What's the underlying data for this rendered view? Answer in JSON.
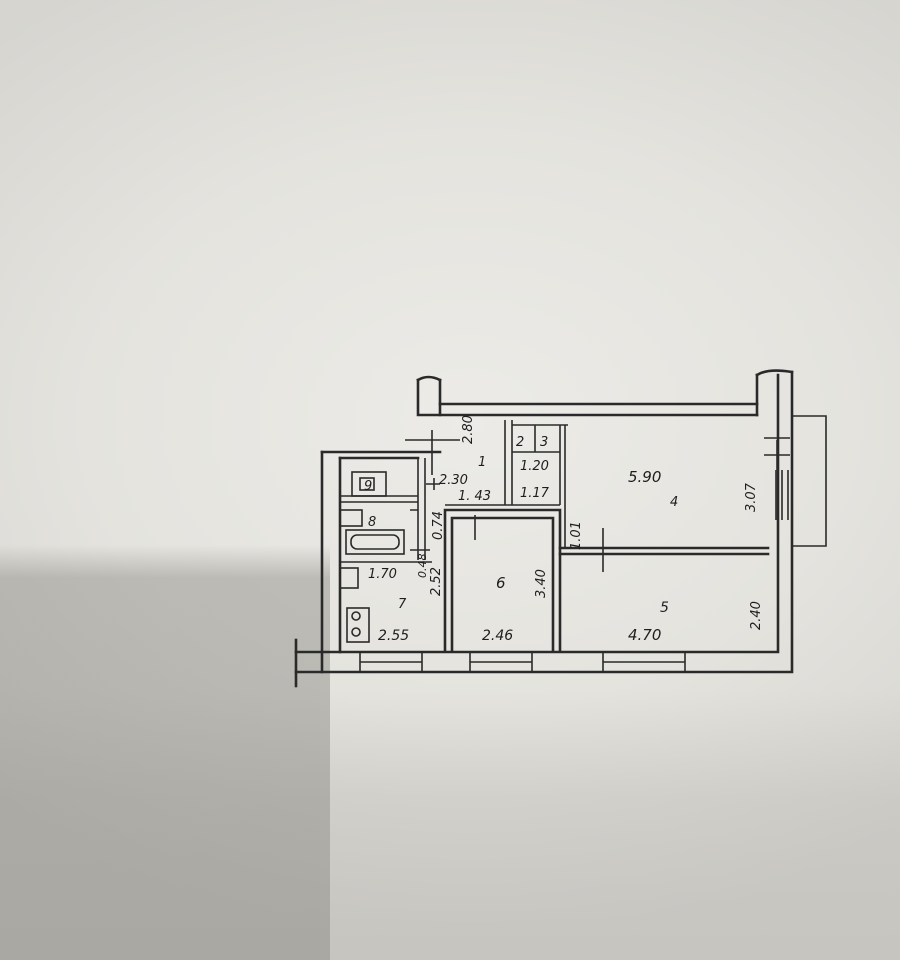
{
  "plan": {
    "rooms": {
      "r1": "1",
      "r2": "2",
      "r3": "3",
      "r4": "4",
      "r5": "5",
      "r6": "6",
      "r7": "7",
      "r8": "8",
      "r9": "9"
    },
    "dims": {
      "d_280": "2.80",
      "d_230": "2.30",
      "d_143": "1. 43",
      "d_120": "1.20",
      "d_117": "1.17",
      "d_590": "5.90",
      "d_307": "3.07",
      "d_101": "1.01",
      "d_074": "0.74",
      "d_048": "0.48",
      "d_170": "1.70",
      "d_252": "2.52",
      "d_255": "2.55",
      "d_246": "2.46",
      "d_340": "3.40",
      "d_470": "4.70",
      "d_240": "2.40"
    }
  }
}
